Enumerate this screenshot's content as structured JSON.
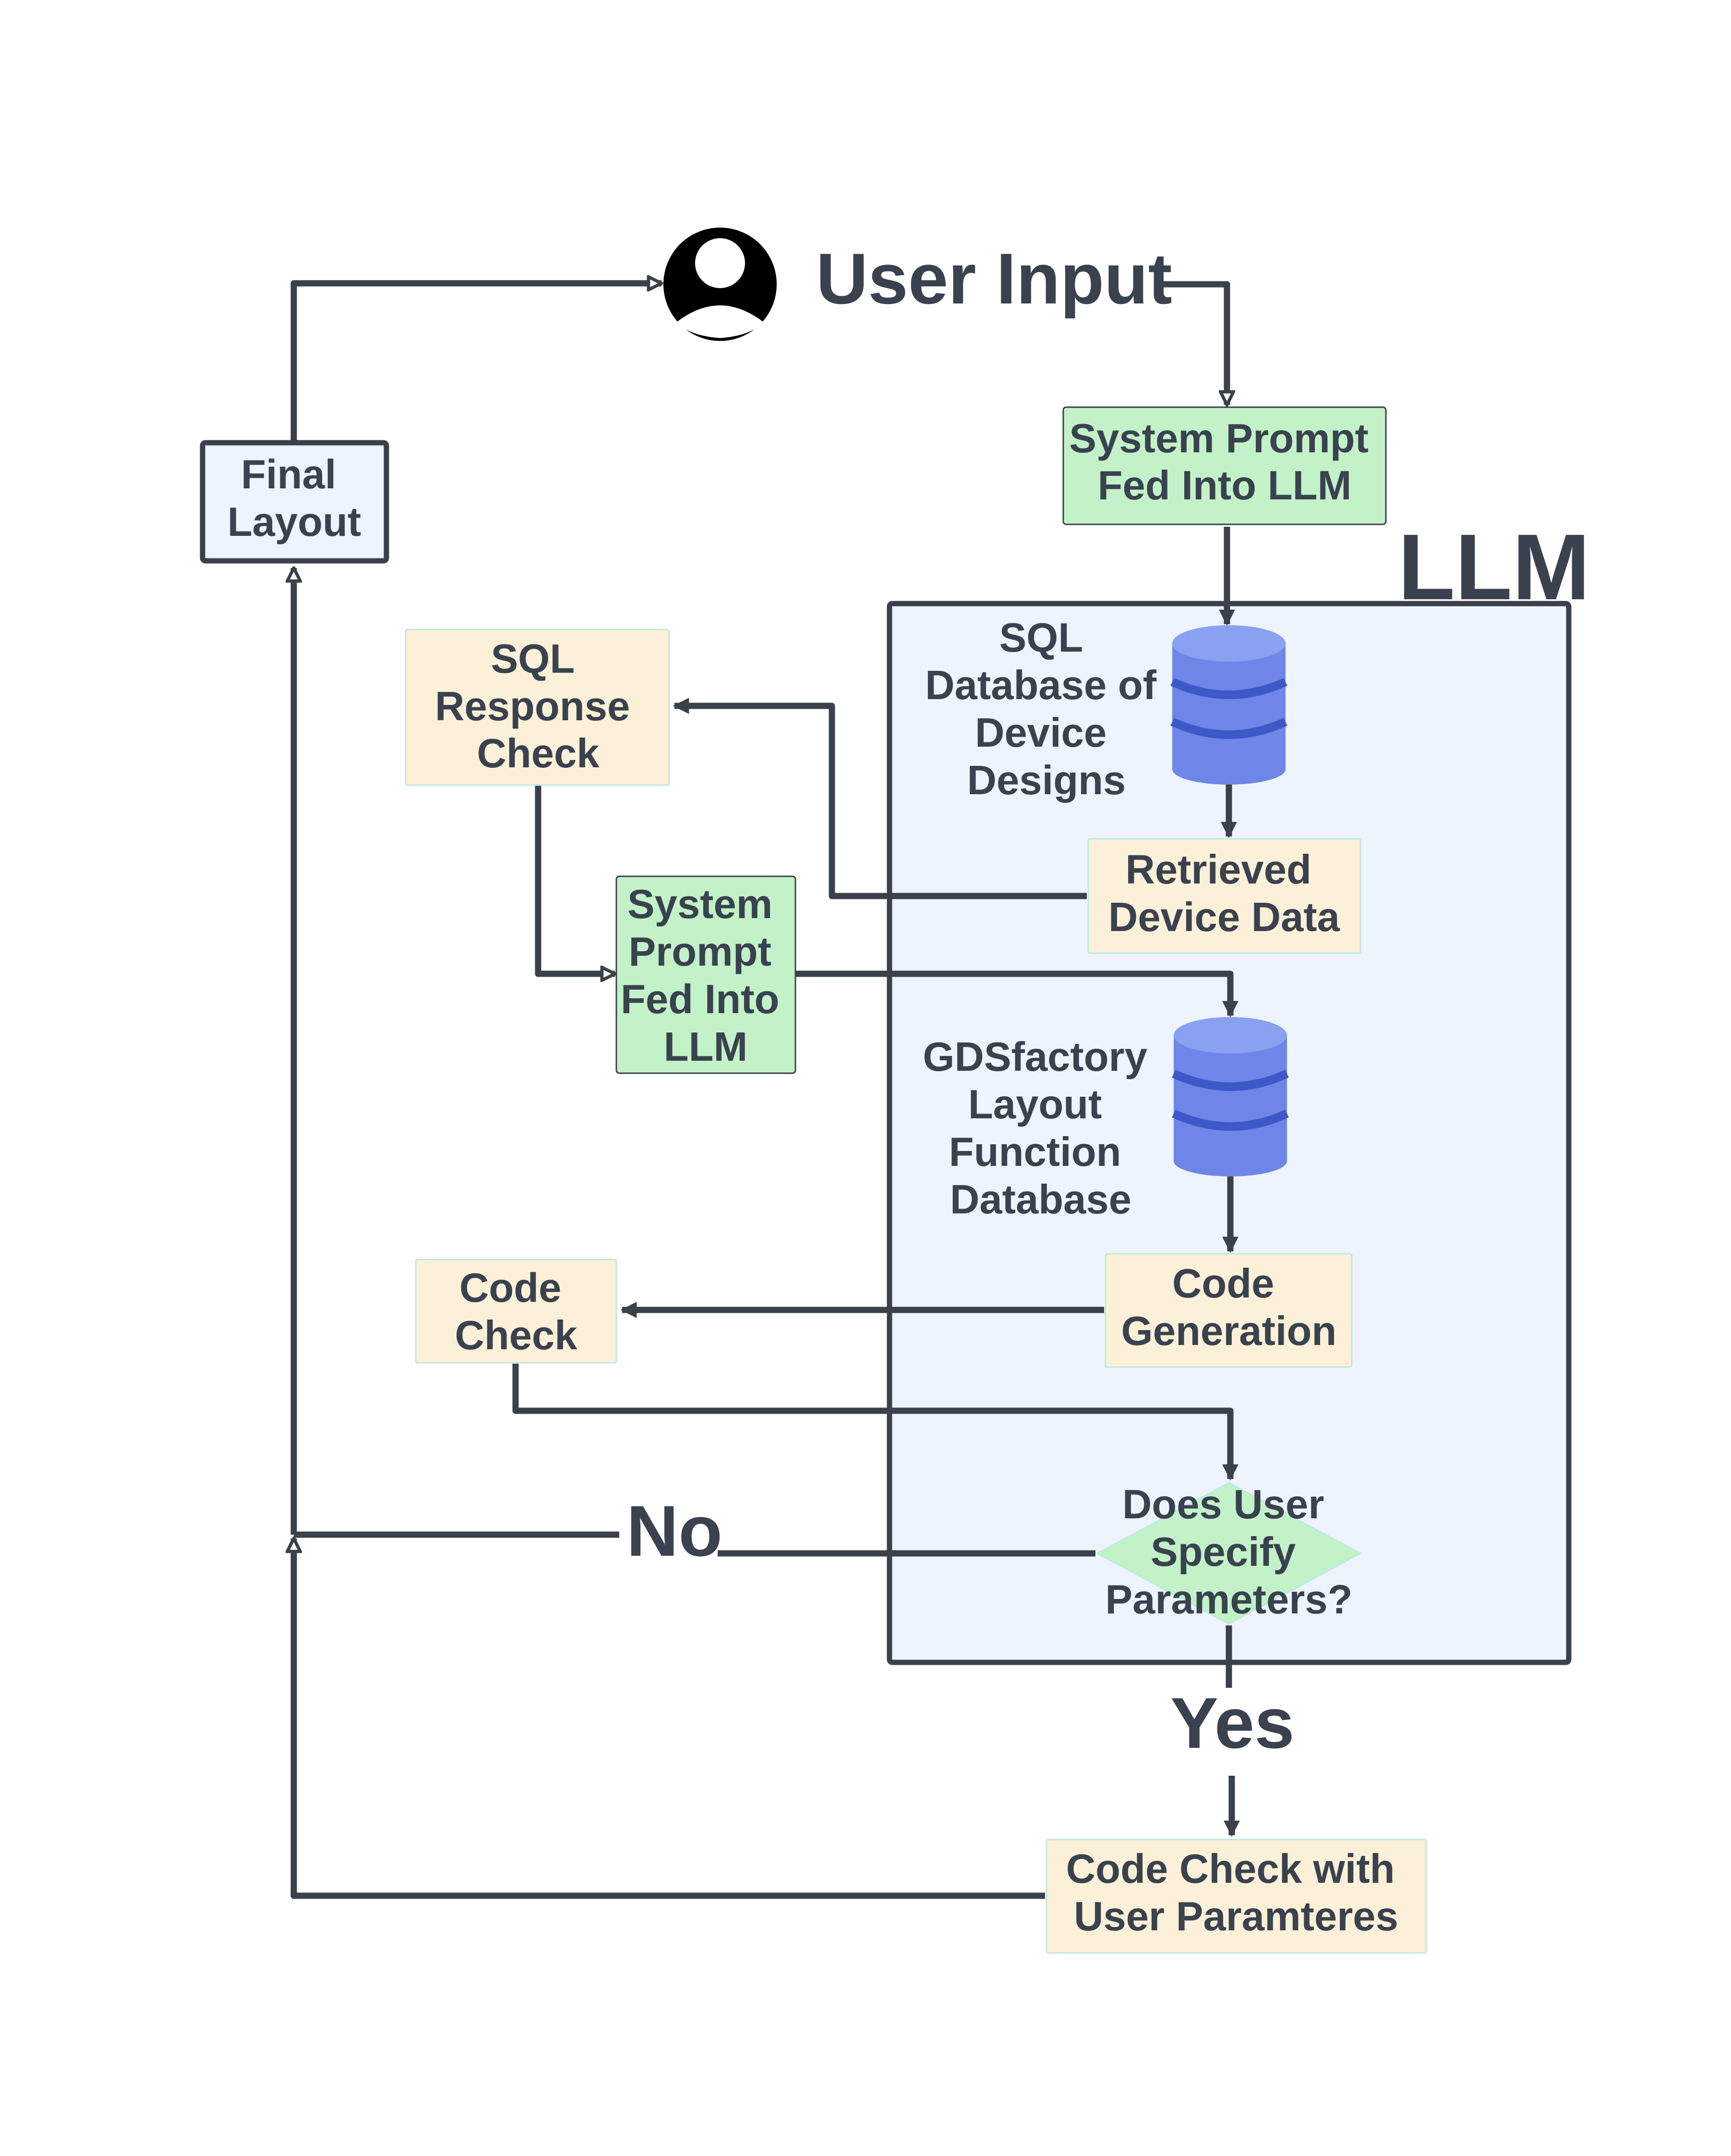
{
  "colors": {
    "line": "#3a414b",
    "text": "#39424e",
    "green_fill": "#c3f2c8",
    "yellow_fill": "#fcf1d8",
    "blue_fill": "#edf4fe",
    "db_fill": "#6d86e8",
    "db_dark": "#3e58c8"
  },
  "user_input": {
    "icon": "user-avatar-icon",
    "label": "User Input"
  },
  "llm_container": {
    "label": "LLM"
  },
  "nodes": {
    "system_prompt_top": [
      "System Prompt",
      "Fed Into LLM"
    ],
    "final_layout": [
      "Final",
      "Layout"
    ],
    "sql_response_check": [
      "SQL",
      "Response",
      "Check"
    ],
    "sql_database_label": [
      "SQL",
      "Database of",
      "Device",
      "Designs"
    ],
    "retrieved_device_data": [
      "Retrieved",
      "Device Data"
    ],
    "system_prompt_mid": [
      "System",
      "Prompt",
      "Fed Into",
      "LLM"
    ],
    "gdsfactory_label": [
      "GDSfactory",
      "Layout",
      "Function",
      "Database"
    ],
    "code_generation": [
      "Code",
      "Generation"
    ],
    "code_check": [
      "Code",
      "Check"
    ],
    "decision": [
      "Does User",
      "Specify",
      "Parameters?"
    ],
    "code_check_user_params": [
      "Code Check with",
      "User Paramteres"
    ]
  },
  "icons": {
    "sql_database": "database-icon",
    "gdsfactory_database": "database-icon"
  },
  "edge_labels": {
    "no": "No",
    "yes": "Yes"
  }
}
